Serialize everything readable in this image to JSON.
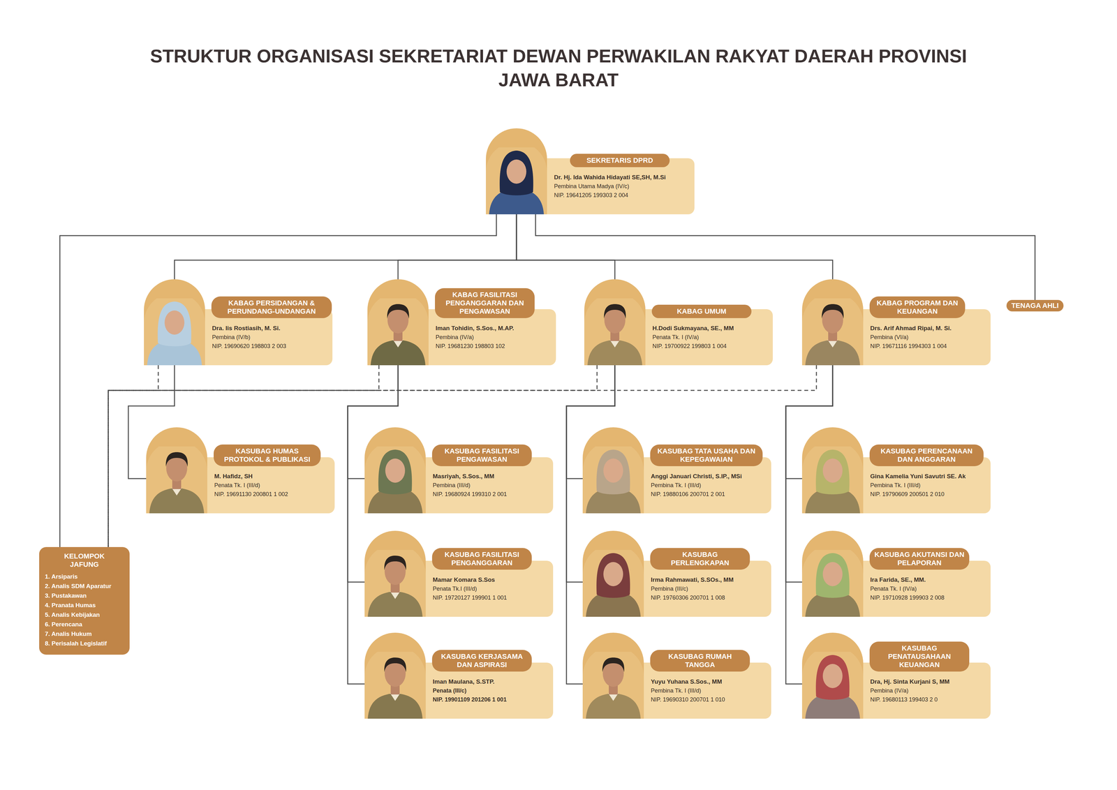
{
  "diagram": {
    "title": "STRUKTUR ORGANISASI SEKRETARIAT DEWAN PERWAKILAN RAKYAT DAERAH PROVINSI JAWA BARAT",
    "nodes": [
      {
        "text": [
          "SEKRETARIS DPRD",
          "Dr. Hj. Ida Wahida Hidayati SE,SH, M.Si",
          "Pembina Utama Madya (IV/c)",
          "NIP. 19641205 199303 2 004"
        ]
      },
      {
        "text": [
          "KABAG PERSIDANGAN & PERUNDANG-UNDANGAN",
          "Dra. Iis Rostiasih, M. Si.",
          "Pembina (IV/b)",
          "NIP. 19690620 198803 2 003"
        ]
      },
      {
        "text": [
          "KABAG FASILITASI PENGANGGARAN DAN PENGAWASAN",
          "Iman Tohidin, S.Sos., M.AP.",
          "Pembina (IV/a)",
          "NIP. 19681230 198803 102"
        ]
      },
      {
        "text": [
          "KABAG UMUM",
          "H.Dodi Sukmayana, SE., MM",
          "Penata Tk. I (IV/a)",
          "NIP. 19700922 199803 1 004"
        ]
      },
      {
        "text": [
          "KABAG PROGRAM DAN KEUANGAN",
          "Drs. Arif Ahmad Ripai, M. Si.",
          "Pembina (VI/a)",
          "NIP. 19671116 1994303 1 004"
        ]
      },
      {
        "text": [
          "TENAGA AHLI"
        ]
      },
      {
        "text": [
          "KASUBAG HUMAS PROTOKOL & PUBLIKASI",
          "M. Hafidz, SH",
          "Penata Tk. I (III/d)",
          "NIP. 19691130 200801 1 002"
        ]
      },
      {
        "text": [
          "KASUBAG FASILITASI PENGAWASAN",
          "Masriyah, S.Sos., MM",
          "Pembina (III/d)",
          "NIP. 19680924 199310 2 001"
        ]
      },
      {
        "text": [
          "KASUBAG FASILITASI PENGANGGARAN",
          "Mamar Komara S.Sos",
          "Penata Tk.I (III/d)",
          "NIP. 19720127 199901 1 001"
        ]
      },
      {
        "text": [
          "KASUBAG KERJASAMA DAN ASPIRASI",
          "Iman Maulana, S.STP.",
          "Penata (III/c)",
          "NIP. 19901109 201206 1 001"
        ]
      },
      {
        "text": [
          "KASUBAG TATA USAHA DAN KEPEGAWAIAN",
          "Anggi Januari Christi, S.IP., MSi",
          "Pembina Tk. I (III/d)",
          "NIP. 19880106 200701 2 001"
        ]
      },
      {
        "text": [
          "KASUBAG PERLENGKAPAN",
          "Irma Rahmawati, S.SOs., MM",
          "Pembina (III/c)",
          "NIP. 19760306 200701 1 008"
        ]
      },
      {
        "text": [
          "KASUBAG RUMAH TANGGA",
          "Yuyu Yuhana S.Sos., MM",
          "Pembina Tk. I (III/d)",
          "NIP. 19690310 200701 1 010"
        ]
      },
      {
        "text": [
          "KASUBAG PERENCANAAN DAN ANGGARAN",
          "Gina Kamelia Yuni Savutri SE. Ak",
          "Pembina Tk. I (III/d)",
          "NIP. 19790609 200501 2 010"
        ]
      },
      {
        "text": [
          "KASUBAG AKUTANSI DAN PELAPORAN",
          "Ira Farida, SE., MM.",
          "Penata Tk. I (IV/a)",
          "NIP. 19710928 199903 2 008"
        ]
      },
      {
        "text": [
          "KASUBAG PENATAUSAHAAN KEUANGAN",
          "Dra, Hj. Sinta Kurjani S, MM",
          "Pembina (IV/a)",
          "NIP. 19680113 199403 2 0"
        ]
      },
      {
        "text": [
          "KELOMPOK JAFUNG",
          "1. Arsiparis",
          "2. Analis SDM Aparatur",
          "3. Pustakawan",
          "4. Pranata Humas",
          "5. Analis Kebijakan",
          "6. Perencana",
          "7. Analis Hukum",
          "8. Perisalah Legislatif"
        ]
      }
    ],
    "edges": [
      {
        "from": 0,
        "to": 1,
        "arrow": "none"
      },
      {
        "from": 0,
        "to": 2,
        "arrow": "none"
      },
      {
        "from": 0,
        "to": 3,
        "arrow": "none"
      },
      {
        "from": 0,
        "to": 4,
        "arrow": "none"
      },
      {
        "from": 0,
        "to": 5,
        "arrow": "none"
      },
      {
        "from": 0,
        "to": 16,
        "arrow": "none"
      },
      {
        "from": 1,
        "to": 6,
        "arrow": "none"
      },
      {
        "from": 2,
        "to": 7,
        "arrow": "none"
      },
      {
        "from": 2,
        "to": 8,
        "arrow": "none"
      },
      {
        "from": 2,
        "to": 9,
        "arrow": "none"
      },
      {
        "from": 3,
        "to": 10,
        "arrow": "none"
      },
      {
        "from": 3,
        "to": 11,
        "arrow": "none"
      },
      {
        "from": 3,
        "to": 12,
        "arrow": "none"
      },
      {
        "from": 4,
        "to": 13,
        "arrow": "none"
      },
      {
        "from": 4,
        "to": 14,
        "arrow": "none"
      },
      {
        "from": 4,
        "to": 15,
        "arrow": "none"
      },
      {
        "from": 1,
        "to": 16,
        "arrow": "none"
      },
      {
        "from": 2,
        "to": 16,
        "arrow": "none"
      },
      {
        "from": 3,
        "to": 16,
        "arrow": "none"
      },
      {
        "from": 4,
        "to": 16,
        "arrow": "none"
      }
    ]
  }
}
